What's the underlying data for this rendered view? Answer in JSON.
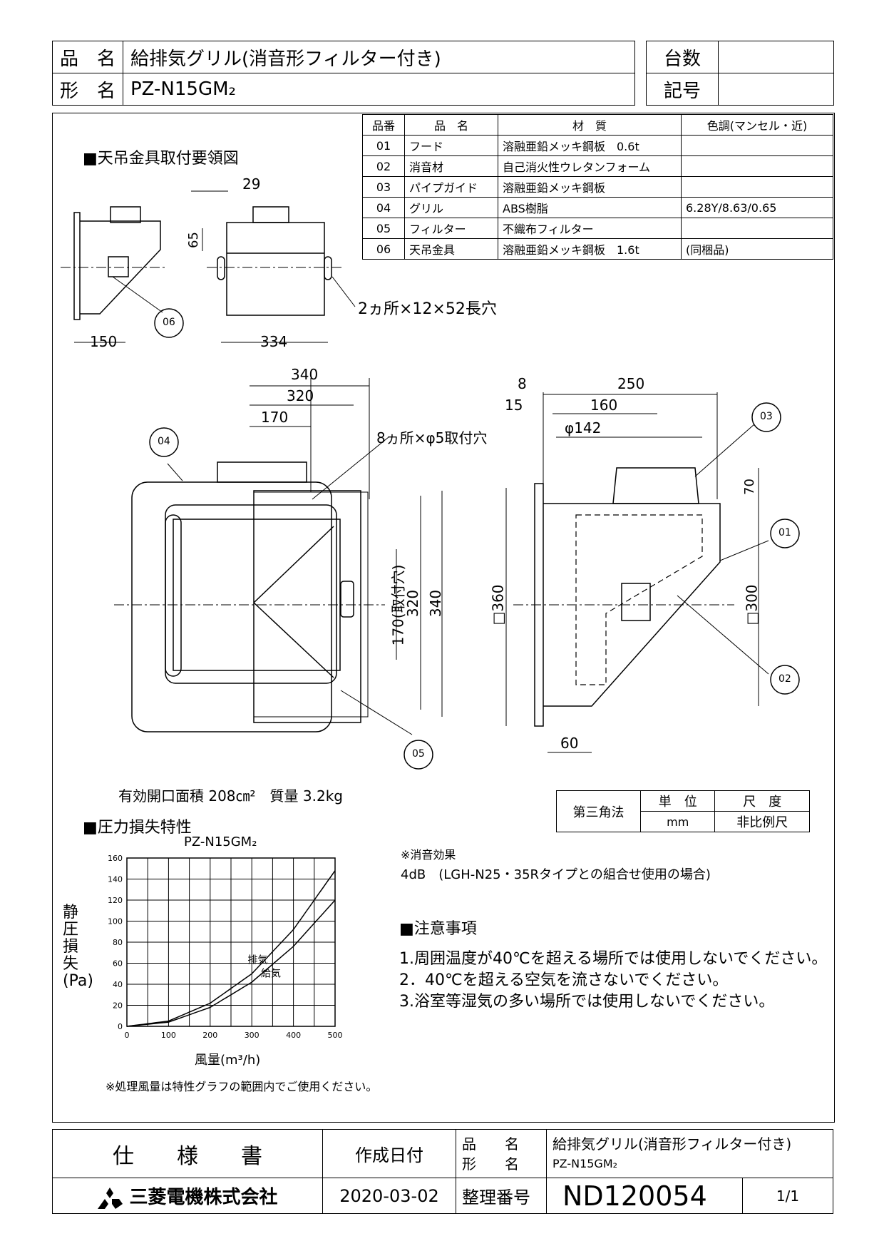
{
  "header": {
    "hinmei_label": "品　名",
    "hinmei_value": "給排気グリル(消音形フィルター付き)",
    "katamei_label": "形　名",
    "katamei_value": "PZ-N15GM₂",
    "daisu_label": "台数",
    "kigo_label": "記号"
  },
  "parts_table": {
    "headers": [
      "品番",
      "品　名",
      "材　質",
      "色調(マンセル・近)"
    ],
    "rows": [
      [
        "01",
        "フード",
        "溶融亜鉛メッキ鋼板　0.6t",
        ""
      ],
      [
        "02",
        "消音材",
        "自己消火性ウレタンフォーム",
        ""
      ],
      [
        "03",
        "パイプガイド",
        "溶融亜鉛メッキ鋼板",
        ""
      ],
      [
        "04",
        "グリル",
        "ABS樹脂",
        "6.28Y/8.63/0.65"
      ],
      [
        "05",
        "フィルター",
        "不織布フィルター",
        ""
      ],
      [
        "06",
        "天吊金具",
        "溶融亜鉛メッキ鋼板　1.6t",
        "(同梱品)"
      ]
    ]
  },
  "drawing": {
    "title_mount": "■天吊金具取付要領図",
    "dims_small": {
      "d29": "29",
      "d65": "65",
      "d150": "150",
      "d334": "334"
    },
    "slot_note": "2ヵ所×12×52長穴",
    "dims_front": {
      "d340": "340",
      "d320": "320",
      "d170": "170",
      "v320": "320",
      "v340": "340",
      "v170": "170(取付穴)"
    },
    "hole_note": "8ヵ所×φ5取付穴",
    "dims_side": {
      "d8": "8",
      "d15": "15",
      "d250": "250",
      "d160": "160",
      "phi142": "φ142",
      "d70": "70",
      "sq360": "□360",
      "sq300": "□300",
      "d60": "60"
    },
    "callouts": [
      "01",
      "02",
      "03",
      "04",
      "05",
      "06"
    ]
  },
  "specs": {
    "area_mass": "有効開口面積 208㎝²　質量 3.2kg"
  },
  "angle_table": {
    "method": "第三角法",
    "unit_label": "単　位",
    "unit_value": "mm",
    "scale_label": "尺　度",
    "scale_value": "非比例尺"
  },
  "chart_title_section": "■圧力損失特性",
  "chart_data": {
    "type": "line",
    "title": "PZ-N15GM₂",
    "xlabel": "風量(m³/h)",
    "ylabel": "静圧損失(Pa)",
    "xlim": [
      0,
      500
    ],
    "ylim": [
      0,
      160
    ],
    "xticks": [
      0,
      100,
      200,
      300,
      400,
      500
    ],
    "yticks": [
      0,
      20,
      40,
      60,
      80,
      100,
      120,
      140,
      160
    ],
    "grid": true,
    "series": [
      {
        "name": "排気",
        "x": [
          0,
          100,
          200,
          300,
          400,
          500
        ],
        "y": [
          0,
          5,
          22,
          50,
          92,
          148
        ]
      },
      {
        "name": "給気",
        "x": [
          0,
          100,
          200,
          300,
          400,
          500
        ],
        "y": [
          0,
          4,
          18,
          42,
          76,
          120
        ]
      }
    ]
  },
  "chart_note": "※処理風量は特性グラフの範囲内でご使用ください。",
  "sound": {
    "title": "※消音効果",
    "text": "4dB　(LGH-N25・35Rタイプとの組合せ使用の場合)"
  },
  "caution": {
    "title": "■注意事項",
    "items": [
      "1.周囲温度が40℃を超える場所では使用しないでください。",
      "2．40℃を超える空気を流さないでください。",
      "3.浴室等湿気の多い場所では使用しないでください。"
    ]
  },
  "footer": {
    "doc_title": "仕　　様　　書",
    "date_label": "作成日付",
    "date_value": "2020-03-02",
    "hinmei_label": "品　　名",
    "katamei_label": "形　　名",
    "hinmei_value": "給排気グリル(消音形フィルター付き)",
    "katamei_value": "PZ-N15GM₂",
    "company": "三菱電機株式会社",
    "seiri_label": "整理番号",
    "seiri_value": "ND120054",
    "page": "1/1"
  }
}
